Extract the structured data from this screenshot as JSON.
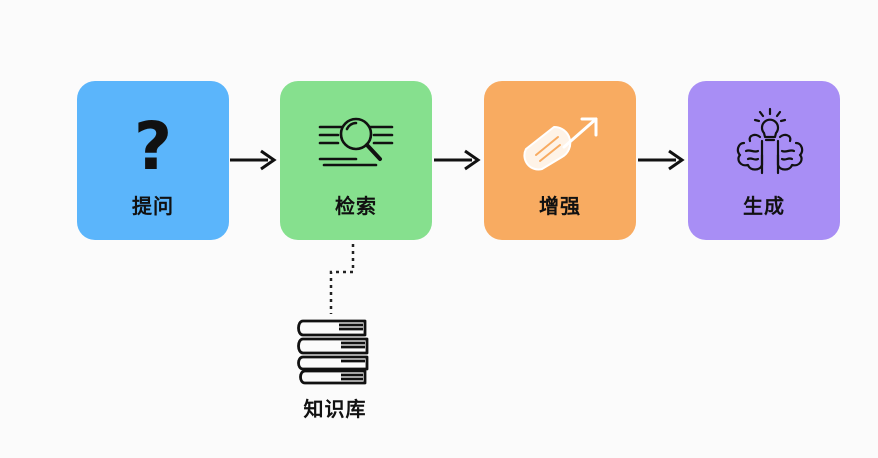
{
  "diagram": {
    "steps": [
      {
        "label": "提问",
        "icon": "question-mark-icon",
        "color": "#5bb5fb"
      },
      {
        "label": "检索",
        "icon": "magnifier-icon",
        "color": "#86e08e"
      },
      {
        "label": "增强",
        "icon": "enhance-arrow-icon",
        "color": "#f8ab61"
      },
      {
        "label": "生成",
        "icon": "brain-lightbulb-icon",
        "color": "#a88ef5"
      }
    ],
    "knowledge_base": {
      "label": "知识库",
      "icon": "book-stack-icon"
    }
  }
}
